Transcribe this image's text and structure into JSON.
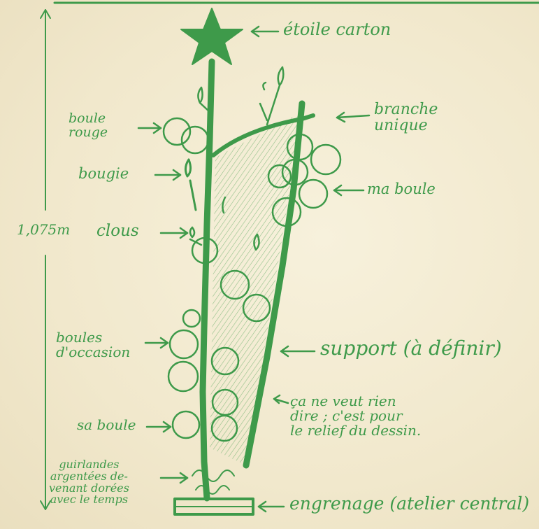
{
  "labels": {
    "etoile": "étoile carton",
    "branche": "branche\nunique",
    "boule_rouge": "boule\nrouge",
    "bougie": "bougie",
    "ma_boule": "ma boule",
    "hauteur": "1,075m",
    "clous": "clous",
    "boules_occasion": "boules\nd'occasion",
    "support": "support (à définir)",
    "relief": "ça ne veut rien\ndire ; c'est pour\nle relief du dessin.",
    "sa_boule": "sa boule",
    "guirlandes": "guirlandes\nargentées de-\nvenant dorées\navec le temps",
    "engrenage": "engrenage (atelier central)"
  },
  "colors": {
    "ink": "#3e9a4a",
    "paper": "#f3ecd4"
  }
}
